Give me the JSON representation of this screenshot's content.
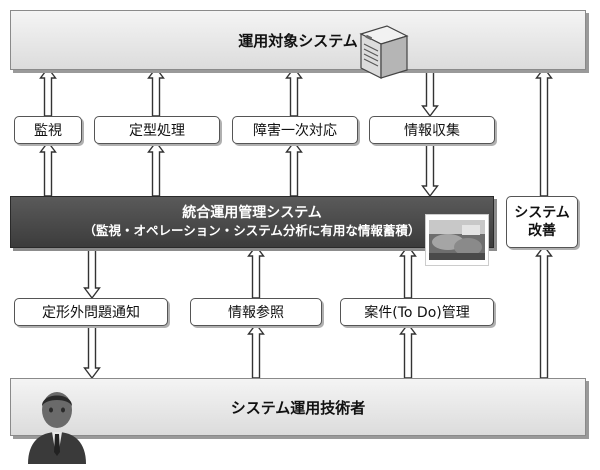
{
  "target_system": {
    "label": "運用対象システム",
    "icon": "server-icon"
  },
  "upper_boxes": [
    {
      "label": "監視"
    },
    {
      "label": "定型処理"
    },
    {
      "label": "障害一次対応"
    },
    {
      "label": "情報収集"
    }
  ],
  "central": {
    "title": "統合運用管理システム",
    "subtitle": "（監視・オペレーション・システム分析に有用な情報蓄積）",
    "image": "screen-photo"
  },
  "improvement": {
    "line1": "システム",
    "line2": "改善"
  },
  "lower_boxes": [
    {
      "label": "定形外問題通知"
    },
    {
      "label": "情報参照"
    },
    {
      "label": "案件(To Do)管理"
    }
  ],
  "engineer": {
    "label": "システム運用技術者",
    "icon": "person-icon"
  },
  "colors": {
    "central_bg": "#4a4a4a",
    "bar_bg": "#e8e8e8",
    "arrow_stroke": "#333333"
  }
}
